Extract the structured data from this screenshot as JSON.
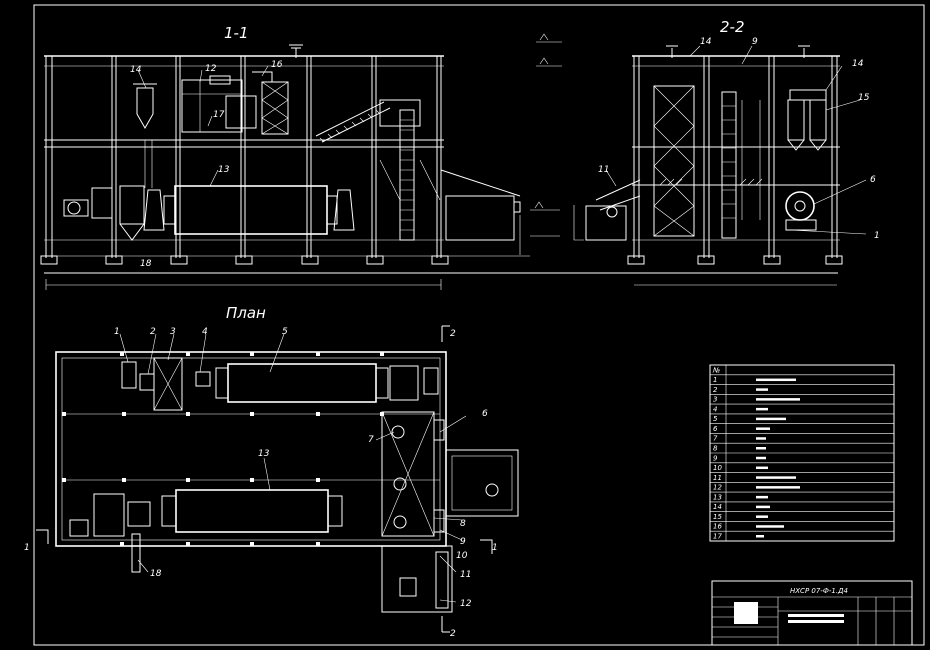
{
  "sections": {
    "section_1": "1-1",
    "section_2": "2-2",
    "plan": "План"
  },
  "section1_callouts": [
    "14",
    "12",
    "16",
    "17",
    "13",
    "18"
  ],
  "section2_callouts": [
    "14",
    "9",
    "14",
    "15",
    "6",
    "1",
    "11"
  ],
  "plan_callouts": {
    "top": [
      "1",
      "2",
      "3",
      "4",
      "5"
    ],
    "middle": [
      "13"
    ],
    "right": [
      "6",
      "7",
      "8",
      "9",
      "10",
      "11",
      "12"
    ],
    "bottom": [
      "18"
    ]
  },
  "cut_marks": [
    "2",
    "2",
    "1",
    "1"
  ],
  "spec_table": {
    "numbers": [
      "№",
      "1",
      "2",
      "3",
      "4",
      "5",
      "6",
      "7",
      "8",
      "9",
      "10",
      "11",
      "12",
      "13",
      "14",
      "15",
      "16",
      "17"
    ]
  },
  "title_block": {
    "designation": "НХСР 07-Ф-1.Д4"
  }
}
